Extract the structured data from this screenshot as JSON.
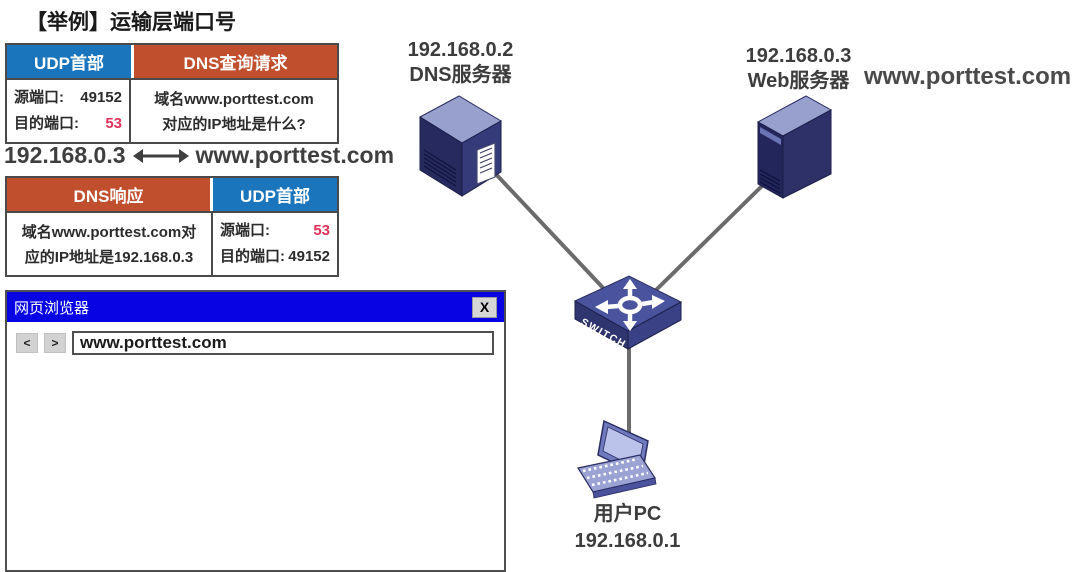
{
  "page": {
    "title": "【举例】运输层端口号"
  },
  "colors": {
    "header_blue": "#1B75BC",
    "header_orange": "#C04F2E",
    "port_red": "#E0315B",
    "titlebar_blue": "#0703E3",
    "link_line_gray": "#6b6b6b"
  },
  "query_table": {
    "udp_header": "UDP首部",
    "dns_request_header": "DNS查询请求",
    "src_port_label": "源端口:",
    "src_port_value": "49152",
    "dst_port_label": "目的端口:",
    "dst_port_value": "53",
    "question_line1": "域名www.porttest.com",
    "question_line2": "对应的IP地址是什么?"
  },
  "mapping": {
    "ip": "192.168.0.3",
    "domain": "www.porttest.com"
  },
  "response_table": {
    "dns_response_header": "DNS响应",
    "udp_header": "UDP首部",
    "answer_line1": "域名www.porttest.com对",
    "answer_line2": "应的IP地址是192.168.0.3",
    "src_port_label": "源端口:",
    "src_port_value": "53",
    "dst_port_label": "目的端口:",
    "dst_port_value": "49152"
  },
  "browser": {
    "title": "网页浏览器",
    "close_label": "X",
    "back_label": "<",
    "forward_label": ">",
    "url": "www.porttest.com"
  },
  "network": {
    "dns_server": {
      "ip": "192.168.0.2",
      "name": "DNS服务器"
    },
    "web_server": {
      "ip": "192.168.0.3",
      "name": "Web服务器"
    },
    "web_domain": "www.porttest.com",
    "switch_label": "SWITCH",
    "pc": {
      "name": "用户PC",
      "ip": "192.168.0.1"
    }
  }
}
